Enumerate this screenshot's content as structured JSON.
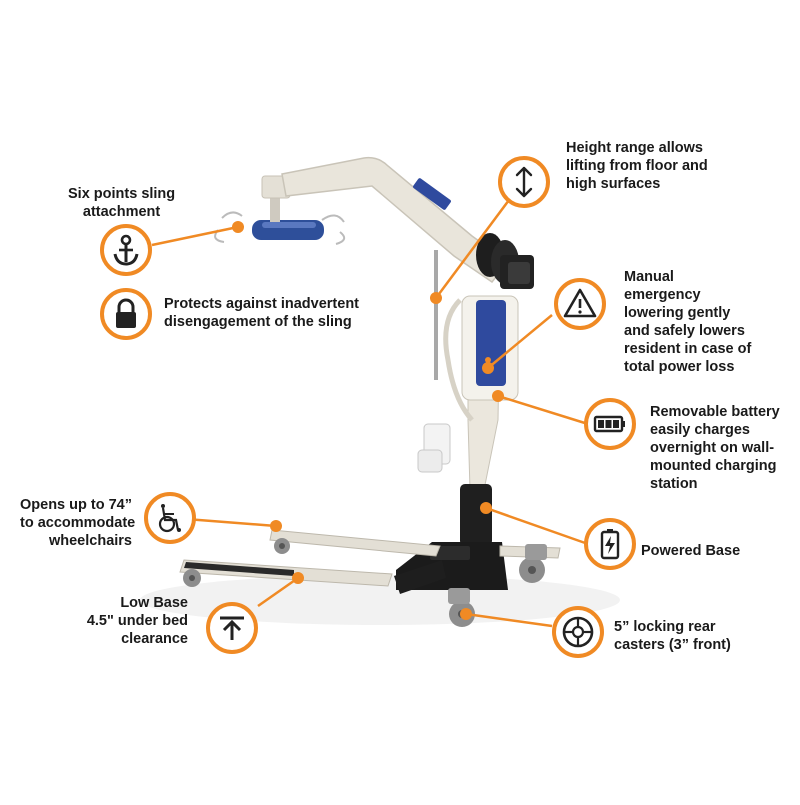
{
  "features": {
    "height_range": {
      "icon": "up-down-arrow-icon",
      "lines": [
        "Height range allows",
        "lifting from floor and",
        "high surfaces"
      ]
    },
    "sling_points": {
      "icon": "anchor-icon",
      "lines": [
        "Six points sling",
        "attachment"
      ]
    },
    "sling_lock": {
      "icon": "lock-icon",
      "lines": [
        "Protects against inadvertent",
        "disengagement of the sling"
      ]
    },
    "emergency": {
      "icon": "warning-icon",
      "lines": [
        "Manual",
        "emergency",
        "lowering gently",
        "and safely lowers",
        "resident in case of",
        "total power loss"
      ]
    },
    "battery": {
      "icon": "battery-icon",
      "lines": [
        "Removable battery",
        "easily charges",
        "overnight on wall-",
        "mounted charging",
        "station"
      ]
    },
    "wheelchair": {
      "icon": "wheelchair-icon",
      "lines": [
        "Opens up to 74”",
        "to accommodate",
        "wheelchairs"
      ]
    },
    "powered_base": {
      "icon": "battery-charge-icon",
      "lines": [
        "Powered Base"
      ]
    },
    "low_base": {
      "icon": "low-arrow-icon",
      "lines": [
        "Low Base",
        "4.5\" under bed",
        "clearance"
      ]
    },
    "casters": {
      "icon": "caster-wheel-icon",
      "lines": [
        "5” locking rear",
        "casters (3” front)"
      ]
    }
  },
  "colors": {
    "accent": "#f08a24",
    "frame": "#e8e4da",
    "dark": "#222222",
    "blue": "#2f4a9e"
  }
}
